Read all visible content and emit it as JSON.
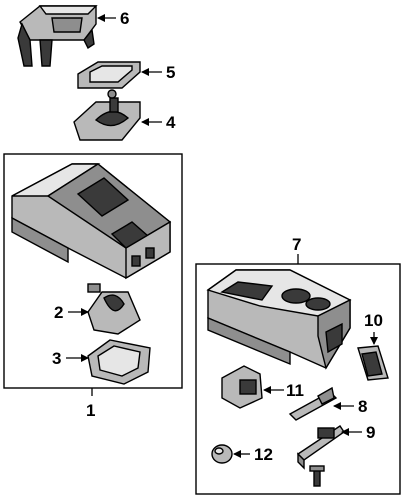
{
  "callouts": {
    "c1": "1",
    "c2": "2",
    "c3": "3",
    "c4": "4",
    "c5": "5",
    "c6": "6",
    "c7": "7",
    "c8": "8",
    "c9": "9",
    "c10": "10",
    "c11": "11",
    "c12": "12"
  },
  "icons": {
    "arrow": "arrow-head"
  }
}
